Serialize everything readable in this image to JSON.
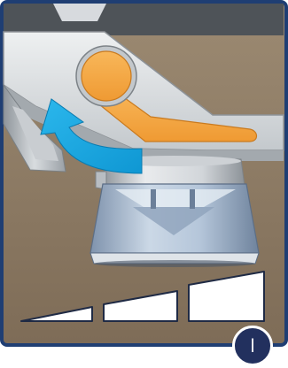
{
  "illustration": {
    "subject": "grinder-hopper-with-lever",
    "colors": {
      "background": "#8c7a64",
      "frame_border": "#1f3e73",
      "lever": "#f4a94a",
      "arrow": "#1aa9e2",
      "metal_light": "#e3e5e7",
      "metal_dark": "#9aa0a6",
      "glass": "#b6c8dd",
      "badge": "#22305e"
    }
  },
  "steps_indicator": {
    "label": "l",
    "count": 3,
    "active_index": 1
  },
  "icons": {
    "rotate": "rotate-arrow-icon",
    "level_small": "grind-level-small-icon",
    "level_medium": "grind-level-medium-icon",
    "level_large": "grind-level-large-icon"
  }
}
